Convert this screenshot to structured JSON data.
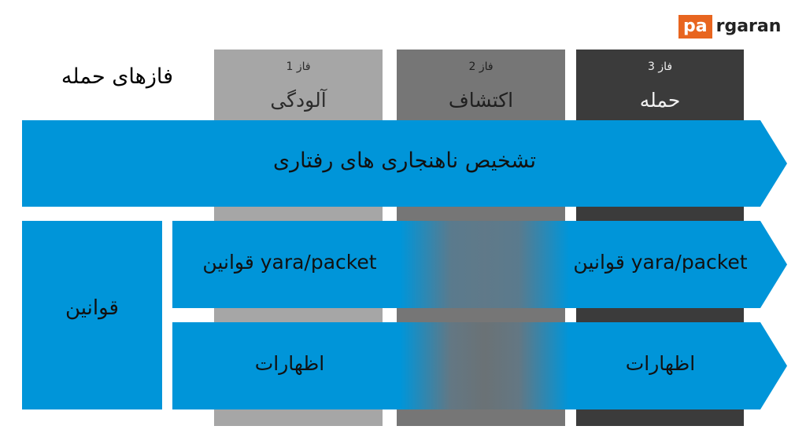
{
  "logo": {
    "part_highlight": "pa",
    "part_rest": "rgaran"
  },
  "title": "فازهای حمله",
  "phases": [
    {
      "number": "فاز 1",
      "name": "آلودگی"
    },
    {
      "number": "فاز 2",
      "name": "اکتشاف"
    },
    {
      "number": "فاز 3",
      "name": "حمله"
    }
  ],
  "top_arrow_label": "تشخیص ناهنجاری های رفتاری",
  "side_label": "قوانین",
  "row1": {
    "left_label": "yara/packet قوانین",
    "right_label": "yara/packet قوانین"
  },
  "row2": {
    "left_label": "اظهارات",
    "right_label": "اظهارات"
  },
  "colors": {
    "arrow_blue": "#0095d9",
    "phase1_gray": "#a6a6a6",
    "phase2_gray": "#767676",
    "phase3_gray": "#3b3b3b",
    "logo_orange": "#e8651f"
  }
}
